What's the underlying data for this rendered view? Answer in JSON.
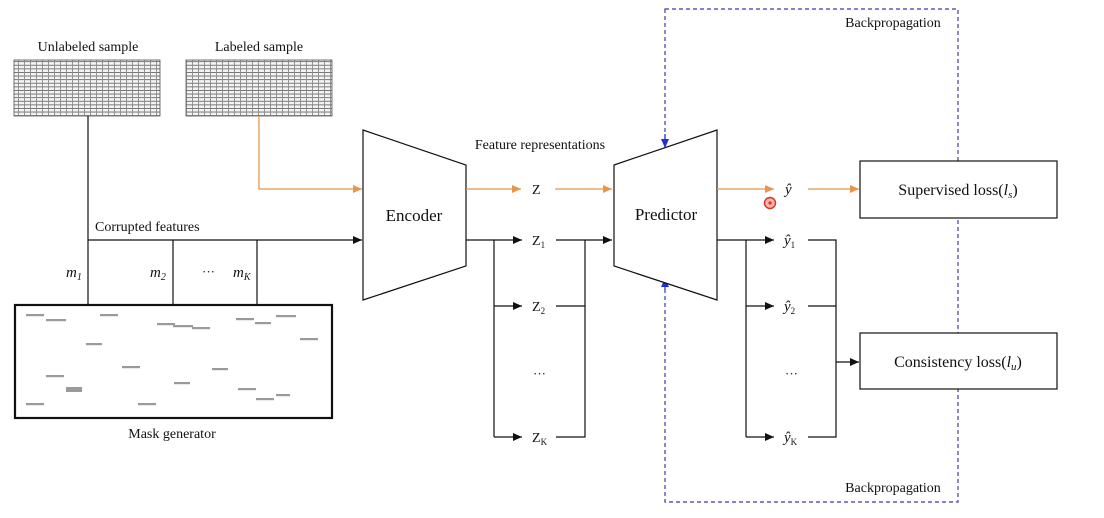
{
  "colors": {
    "black_arrow": "#111111",
    "orange_arrow": "#e8944a",
    "backprop_dash": "#3b3bb0",
    "backprop_arrow": "#1f2fd6",
    "cursor_dot": "#e0301e",
    "mask_bar": "#9a9a9a"
  },
  "inputs": {
    "unlabeled_label": "Unlabeled sample",
    "labeled_label": "Labeled sample"
  },
  "corrupted_label": "Corrupted features",
  "mask_generator": {
    "label": "Mask generator",
    "masks": [
      "m",
      "m",
      "m"
    ],
    "mask_subs": [
      "1",
      "2",
      "K"
    ],
    "ellipsis": "···"
  },
  "encoder": {
    "label": "Encoder"
  },
  "predictor": {
    "label": "Predictor"
  },
  "feature_repr_label": "Feature representations",
  "z_nodes": {
    "z": "Z",
    "z1": "Z",
    "z1_sub": "1",
    "z2": "Z",
    "z2_sub": "2",
    "dots": "···",
    "zk": "Z",
    "zk_sub": "K"
  },
  "y_nodes": {
    "yhat": "ŷ",
    "y1": "ŷ",
    "y1_sub": "1",
    "y2": "ŷ",
    "y2_sub": "2",
    "dots": "···",
    "yk": "ŷ",
    "yk_sub": "K"
  },
  "supervised_loss": {
    "text": "Supervised loss(",
    "var": "l",
    "sub": "s",
    "close": ")"
  },
  "consistency_loss": {
    "text": "Consistency loss(",
    "var": "l",
    "sub": "u",
    "close": ")"
  },
  "backprop_top": "Backpropagation",
  "backprop_bottom": "Backpropagation"
}
